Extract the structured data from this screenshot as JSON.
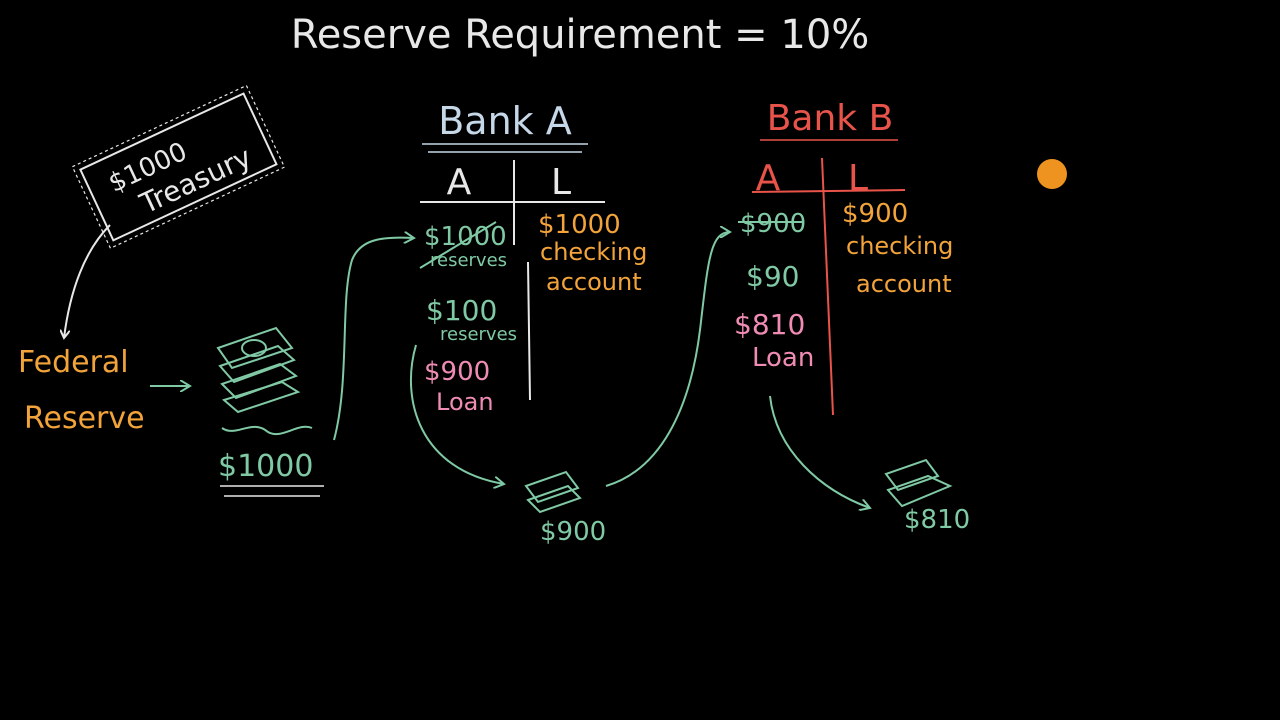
{
  "colors": {
    "background": "#000000",
    "white": "#e8e8e8",
    "bankA": "#c6d8e8",
    "bankB": "#e8534a",
    "orange": "#f2a33a",
    "green": "#7fc9a4",
    "pink": "#f08cb4",
    "dot": "#ef9320"
  },
  "header": {
    "title": "Reserve Requirement = 10%"
  },
  "treasury": {
    "amount": "$1000",
    "label": "Treasury"
  },
  "fed": {
    "line1": "Federal",
    "line2": "Reserve"
  },
  "cash": {
    "amount": "$1000"
  },
  "bank_a": {
    "name": "Bank A",
    "assets_header": "A",
    "liabilities_header": "L",
    "assets": {
      "crossed_amount": "$1000",
      "crossed_label": "reserves",
      "reserves_amount": "$100",
      "reserves_label": "reserves",
      "loan_amount": "$900",
      "loan_label": "Loan"
    },
    "liabilities": {
      "amount": "$1000",
      "line1": "checking",
      "line2": "account"
    }
  },
  "loan_cash_a": {
    "amount": "$900"
  },
  "bank_b": {
    "name": "Bank B",
    "assets_header": "A",
    "liabilities_header": "L",
    "assets": {
      "crossed_amount": "$900",
      "reserves_amount": "$90",
      "loan_amount": "$810",
      "loan_label": "Loan"
    },
    "liabilities": {
      "amount": "$900",
      "line1": "checking",
      "line2": "account"
    }
  },
  "loan_cash_b": {
    "amount": "$810"
  }
}
